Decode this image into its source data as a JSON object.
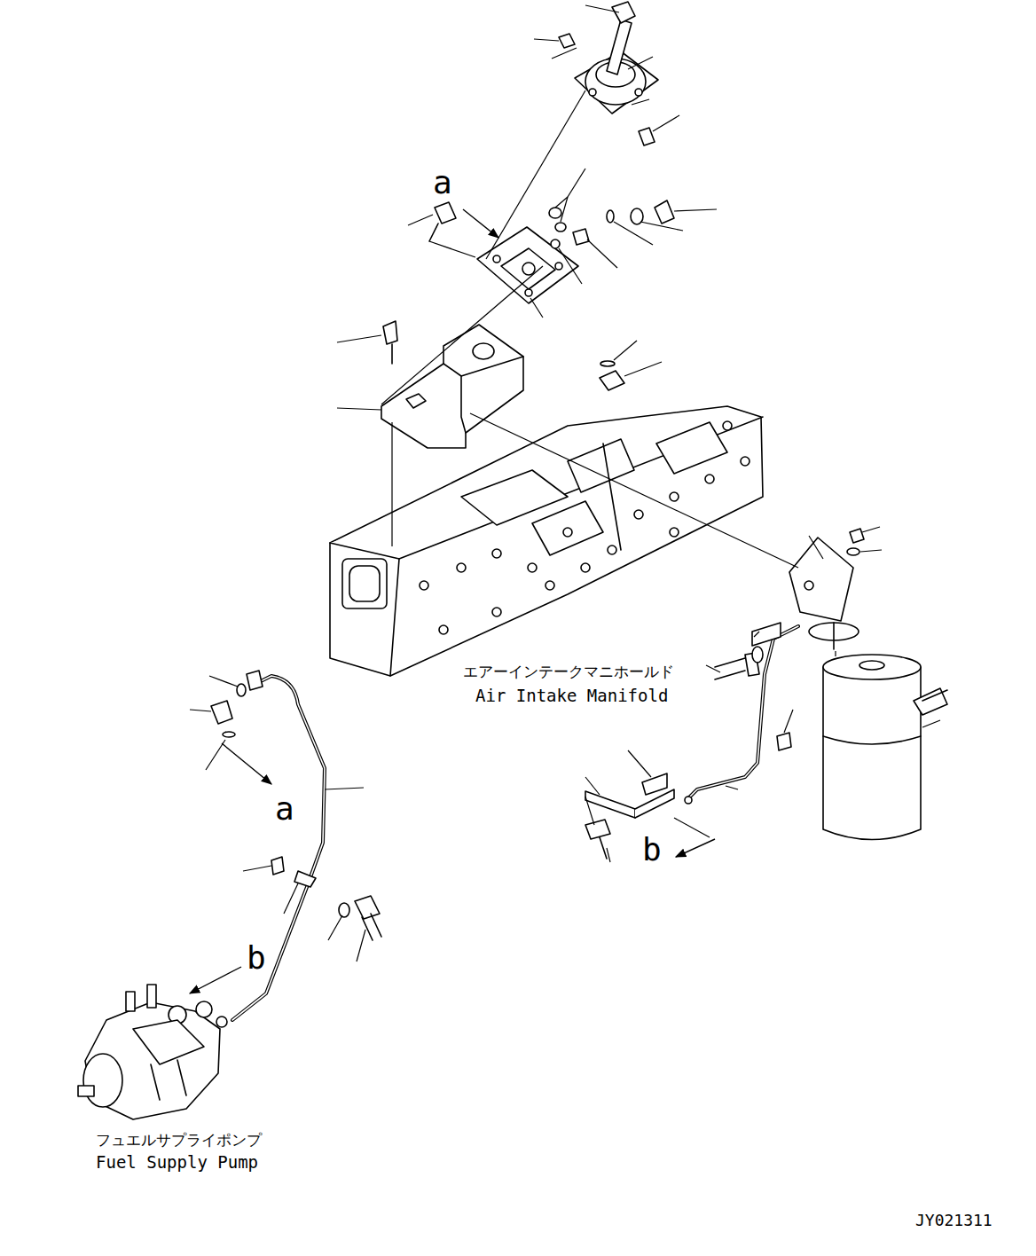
{
  "diagram": {
    "labels": [
      "a",
      "エアーインテークマニホールド",
      "Air Intake Manifold",
      "a",
      "b",
      "b",
      "フュエルサプライポンプ",
      "Fuel Supply Pump",
      "JY021311"
    ]
  }
}
